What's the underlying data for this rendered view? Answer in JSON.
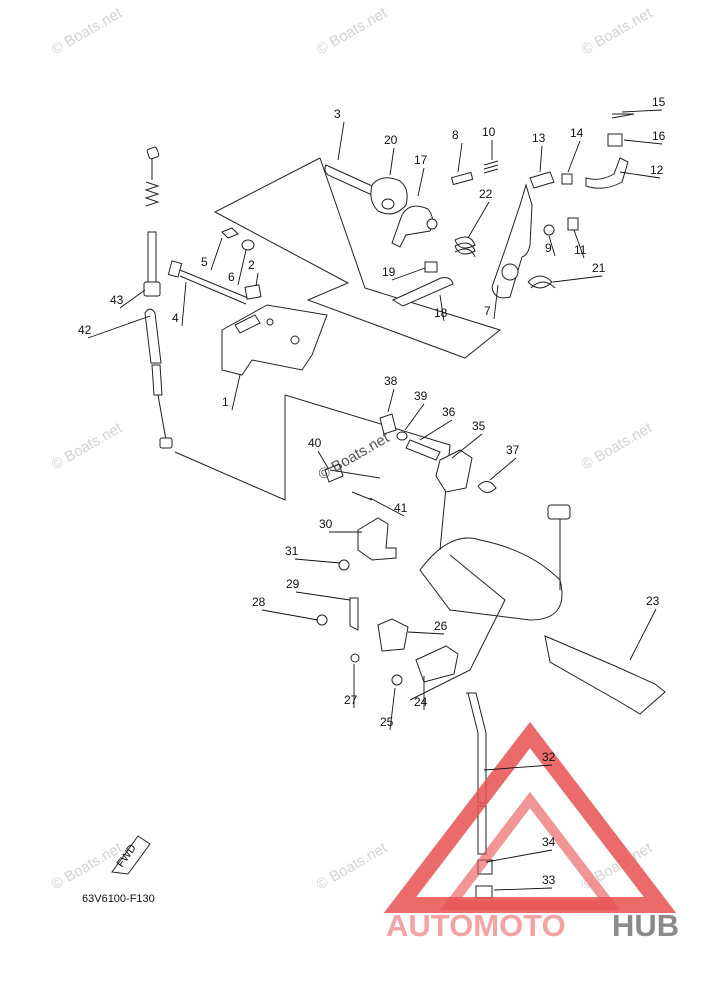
{
  "watermark": "© Boats.net",
  "diagram_code": "63V6100-F130",
  "fwd_label": "FWD",
  "logo": {
    "part1": "AUTOMOTO",
    "part2": "HUB",
    "color1": "#f4a3a3",
    "color2": "#8a8a8a",
    "triangle_color": "#e85050"
  },
  "callouts": [
    {
      "id": "c1",
      "label": "1"
    },
    {
      "id": "c2",
      "label": "2"
    },
    {
      "id": "c3",
      "label": "3"
    },
    {
      "id": "c4",
      "label": "4"
    },
    {
      "id": "c5",
      "label": "5"
    },
    {
      "id": "c6",
      "label": "6"
    },
    {
      "id": "c7",
      "label": "7"
    },
    {
      "id": "c8",
      "label": "8"
    },
    {
      "id": "c9",
      "label": "9"
    },
    {
      "id": "c10",
      "label": "10"
    },
    {
      "id": "c11",
      "label": "11"
    },
    {
      "id": "c12",
      "label": "12"
    },
    {
      "id": "c13",
      "label": "13"
    },
    {
      "id": "c14",
      "label": "14"
    },
    {
      "id": "c15",
      "label": "15"
    },
    {
      "id": "c16",
      "label": "16"
    },
    {
      "id": "c17",
      "label": "17"
    },
    {
      "id": "c18",
      "label": "18"
    },
    {
      "id": "c19",
      "label": "19"
    },
    {
      "id": "c20",
      "label": "20"
    },
    {
      "id": "c21",
      "label": "21"
    },
    {
      "id": "c22",
      "label": "22"
    },
    {
      "id": "c23",
      "label": "23"
    },
    {
      "id": "c24",
      "label": "24"
    },
    {
      "id": "c25",
      "label": "25"
    },
    {
      "id": "c26",
      "label": "26"
    },
    {
      "id": "c27",
      "label": "27"
    },
    {
      "id": "c28",
      "label": "28"
    },
    {
      "id": "c29",
      "label": "29"
    },
    {
      "id": "c30",
      "label": "30"
    },
    {
      "id": "c31",
      "label": "31"
    },
    {
      "id": "c32",
      "label": "32"
    },
    {
      "id": "c33",
      "label": "33"
    },
    {
      "id": "c34",
      "label": "34"
    },
    {
      "id": "c35",
      "label": "35"
    },
    {
      "id": "c36",
      "label": "36"
    },
    {
      "id": "c37",
      "label": "37"
    },
    {
      "id": "c38",
      "label": "38"
    },
    {
      "id": "c39",
      "label": "39"
    },
    {
      "id": "c40",
      "label": "40"
    },
    {
      "id": "c41",
      "label": "41"
    },
    {
      "id": "c42",
      "label": "42"
    },
    {
      "id": "c43",
      "label": "43"
    }
  ]
}
